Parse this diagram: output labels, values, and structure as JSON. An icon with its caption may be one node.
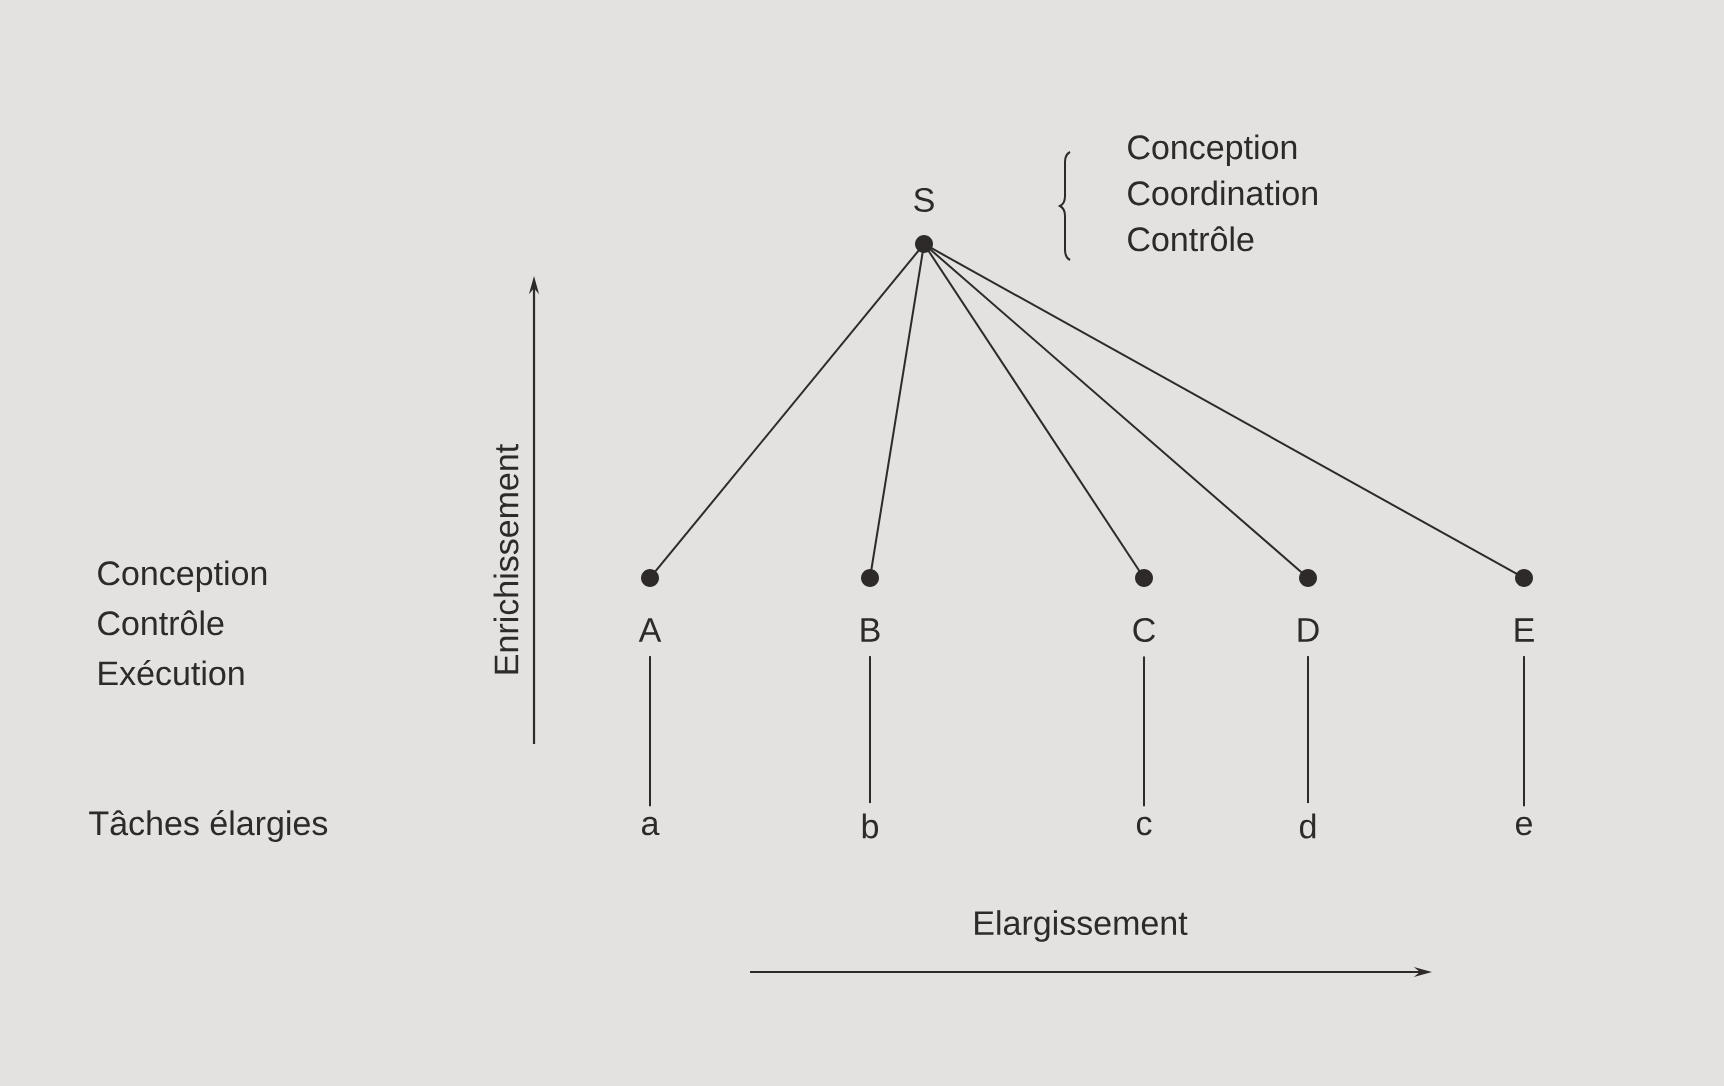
{
  "diagram": {
    "nodes": [
      {
        "text": [
          "S"
        ]
      },
      {
        "text": [
          "A"
        ]
      },
      {
        "text": [
          "B"
        ]
      },
      {
        "text": [
          "C"
        ]
      },
      {
        "text": [
          "D"
        ]
      },
      {
        "text": [
          "E"
        ]
      },
      {
        "text": [
          "a"
        ]
      },
      {
        "text": [
          "b"
        ]
      },
      {
        "text": [
          "c"
        ]
      },
      {
        "text": [
          "d"
        ]
      },
      {
        "text": [
          "e"
        ]
      }
    ],
    "edges": [
      {
        "from": 0,
        "to": 1,
        "arrow": "none"
      },
      {
        "from": 0,
        "to": 2,
        "arrow": "none"
      },
      {
        "from": 0,
        "to": 3,
        "arrow": "none"
      },
      {
        "from": 0,
        "to": 4,
        "arrow": "none"
      },
      {
        "from": 0,
        "to": 5,
        "arrow": "none"
      },
      {
        "from": 1,
        "to": 6,
        "arrow": "none"
      },
      {
        "from": 2,
        "to": 7,
        "arrow": "none"
      },
      {
        "from": 3,
        "to": 8,
        "arrow": "none"
      },
      {
        "from": 4,
        "to": 9,
        "arrow": "none"
      },
      {
        "from": 5,
        "to": 10,
        "arrow": "none"
      }
    ],
    "labels": [
      "Conception Coordination Contrôle",
      "Enrichissement",
      "Conception Contrôle Exécution",
      "Tâches élargies",
      "Elargissement"
    ]
  }
}
